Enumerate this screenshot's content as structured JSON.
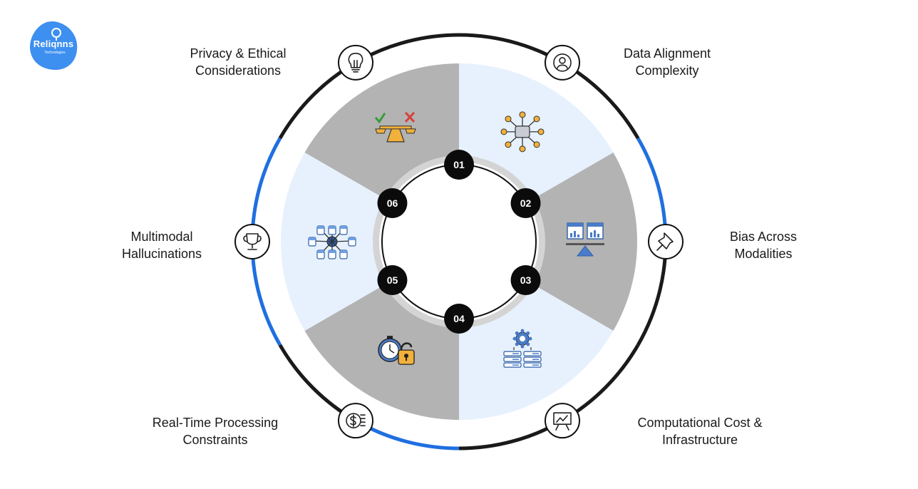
{
  "logo": {
    "name": "Reliqnns",
    "tagline": "Technologies",
    "color": "#3d8ff0"
  },
  "colors": {
    "accent_blue": "#1f6fe0",
    "ring_dark": "#1a1a1a",
    "segment_gray": "#b3b3b3",
    "segment_light": "#e7f1fd",
    "badge": "#0b0b0b"
  },
  "items": [
    {
      "number": "01",
      "label_lines": [
        "Privacy & Ethical",
        "Considerations"
      ],
      "outer_icon": "lightbulb-icon",
      "inner_icon": "balance-scale-check-cross-icon"
    },
    {
      "number": "02",
      "label_lines": [
        "Data Alignment",
        "Complexity"
      ],
      "outer_icon": "user-profile-icon",
      "inner_icon": "network-hub-icon"
    },
    {
      "number": "03",
      "label_lines": [
        "Bias Across",
        "Modalities"
      ],
      "outer_icon": "pushpin-icon",
      "inner_icon": "charts-on-balance-icon"
    },
    {
      "number": "04",
      "label_lines": [
        "Computational Cost &",
        "Infrastructure"
      ],
      "outer_icon": "presentation-chart-icon",
      "inner_icon": "server-gear-icon"
    },
    {
      "number": "05",
      "label_lines": [
        "Real-Time Processing",
        "Constraints"
      ],
      "outer_icon": "dollar-coins-icon",
      "inner_icon": "stopwatch-lock-icon"
    },
    {
      "number": "06",
      "label_lines": [
        "Multimodal",
        "Hallucinations"
      ],
      "outer_icon": "trophy-icon",
      "inner_icon": "database-network-icon"
    }
  ]
}
